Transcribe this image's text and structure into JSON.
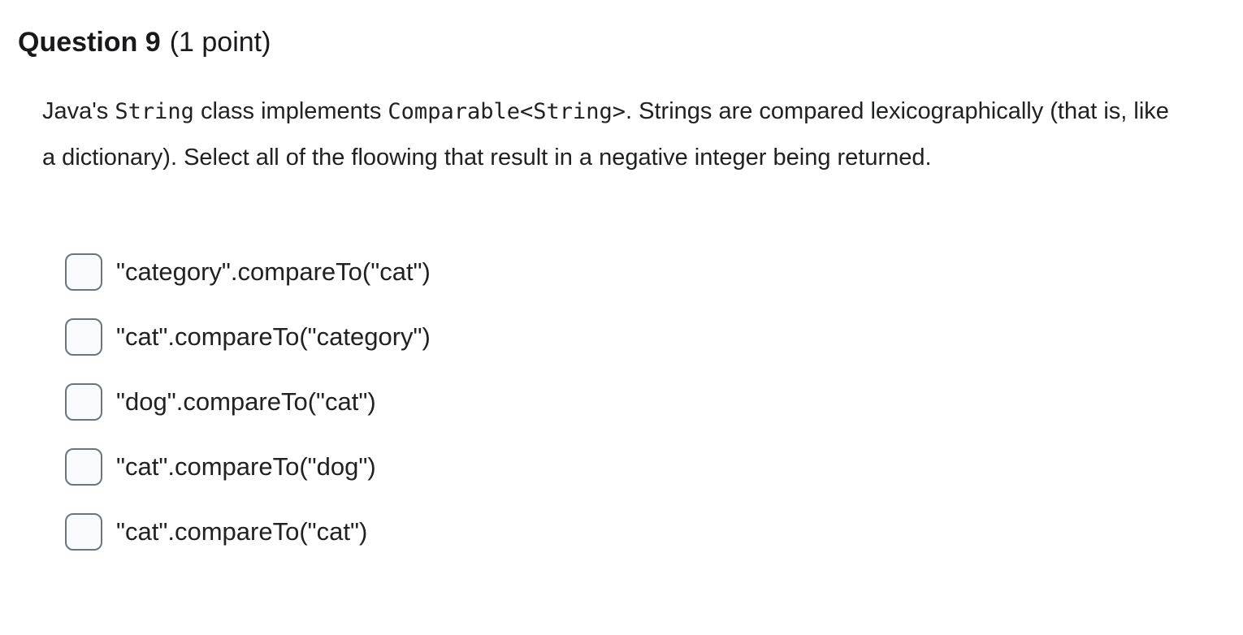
{
  "question": {
    "number_label": "Question 9",
    "points_label": "(1 point)",
    "prompt_segments": [
      {
        "text": "Java's ",
        "mono": false
      },
      {
        "text": "String",
        "mono": true
      },
      {
        "text": " class implements ",
        "mono": false
      },
      {
        "text": "Comparable<String>",
        "mono": true
      },
      {
        "text": ". Strings are compared lexicographically (that is, like a dictionary). Select all of the floowing that result in a negative integer being returned.",
        "mono": false
      }
    ],
    "options": [
      {
        "label": "\"category\".compareTo(\"cat\")",
        "checked": false
      },
      {
        "label": "\"cat\".compareTo(\"category\")",
        "checked": false
      },
      {
        "label": "\"dog\".compareTo(\"cat\")",
        "checked": false
      },
      {
        "label": "\"cat\".compareTo(\"dog\")",
        "checked": false
      },
      {
        "label": "\"cat\".compareTo(\"cat\")",
        "checked": false
      }
    ]
  },
  "colors": {
    "text": "#202122",
    "background": "#ffffff",
    "checkbox_border": "#6e747d",
    "checkbox_fill": "#fafbfe"
  }
}
